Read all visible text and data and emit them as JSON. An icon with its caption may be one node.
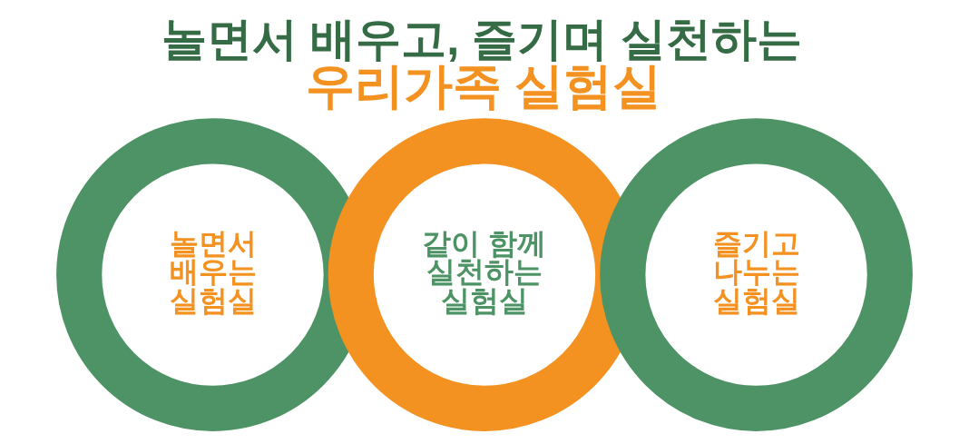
{
  "diagram": {
    "title": "놀면서 배우고, 즐기며 실천하는 우리가족 실험실",
    "nodes": [
      {
        "text": [
          "놀면서 배우는 실험실"
        ]
      },
      {
        "text": [
          "같이 함께 실천하는 실험실"
        ]
      },
      {
        "text": [
          "즐기고 나누는 실험실"
        ]
      }
    ]
  }
}
